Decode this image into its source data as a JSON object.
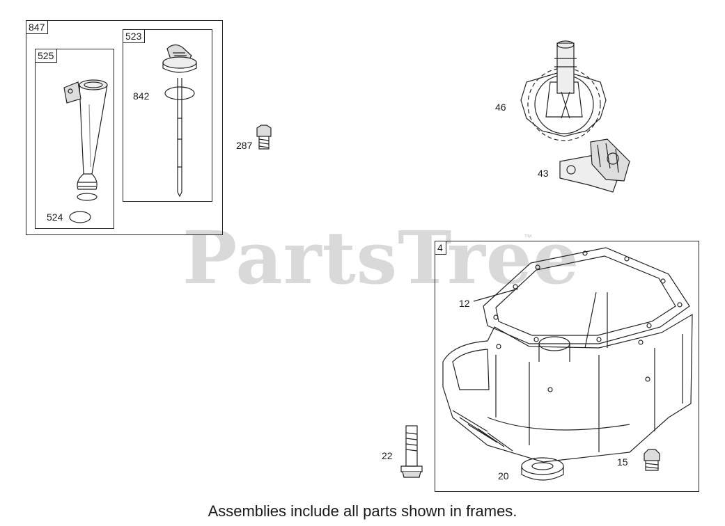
{
  "watermark": {
    "text": "PartsTree",
    "tm": "™"
  },
  "frames": {
    "f847": {
      "label": "847"
    },
    "f525": {
      "label": "525"
    },
    "f523": {
      "label": "523"
    },
    "f4": {
      "label": "4"
    }
  },
  "callouts": {
    "p524": "524",
    "p842": "842",
    "p287": "287",
    "p46": "46",
    "p43": "43",
    "p12": "12",
    "p22": "22",
    "p20": "20",
    "p15": "15"
  },
  "footer": {
    "note": "Assemblies include all parts shown in frames."
  }
}
